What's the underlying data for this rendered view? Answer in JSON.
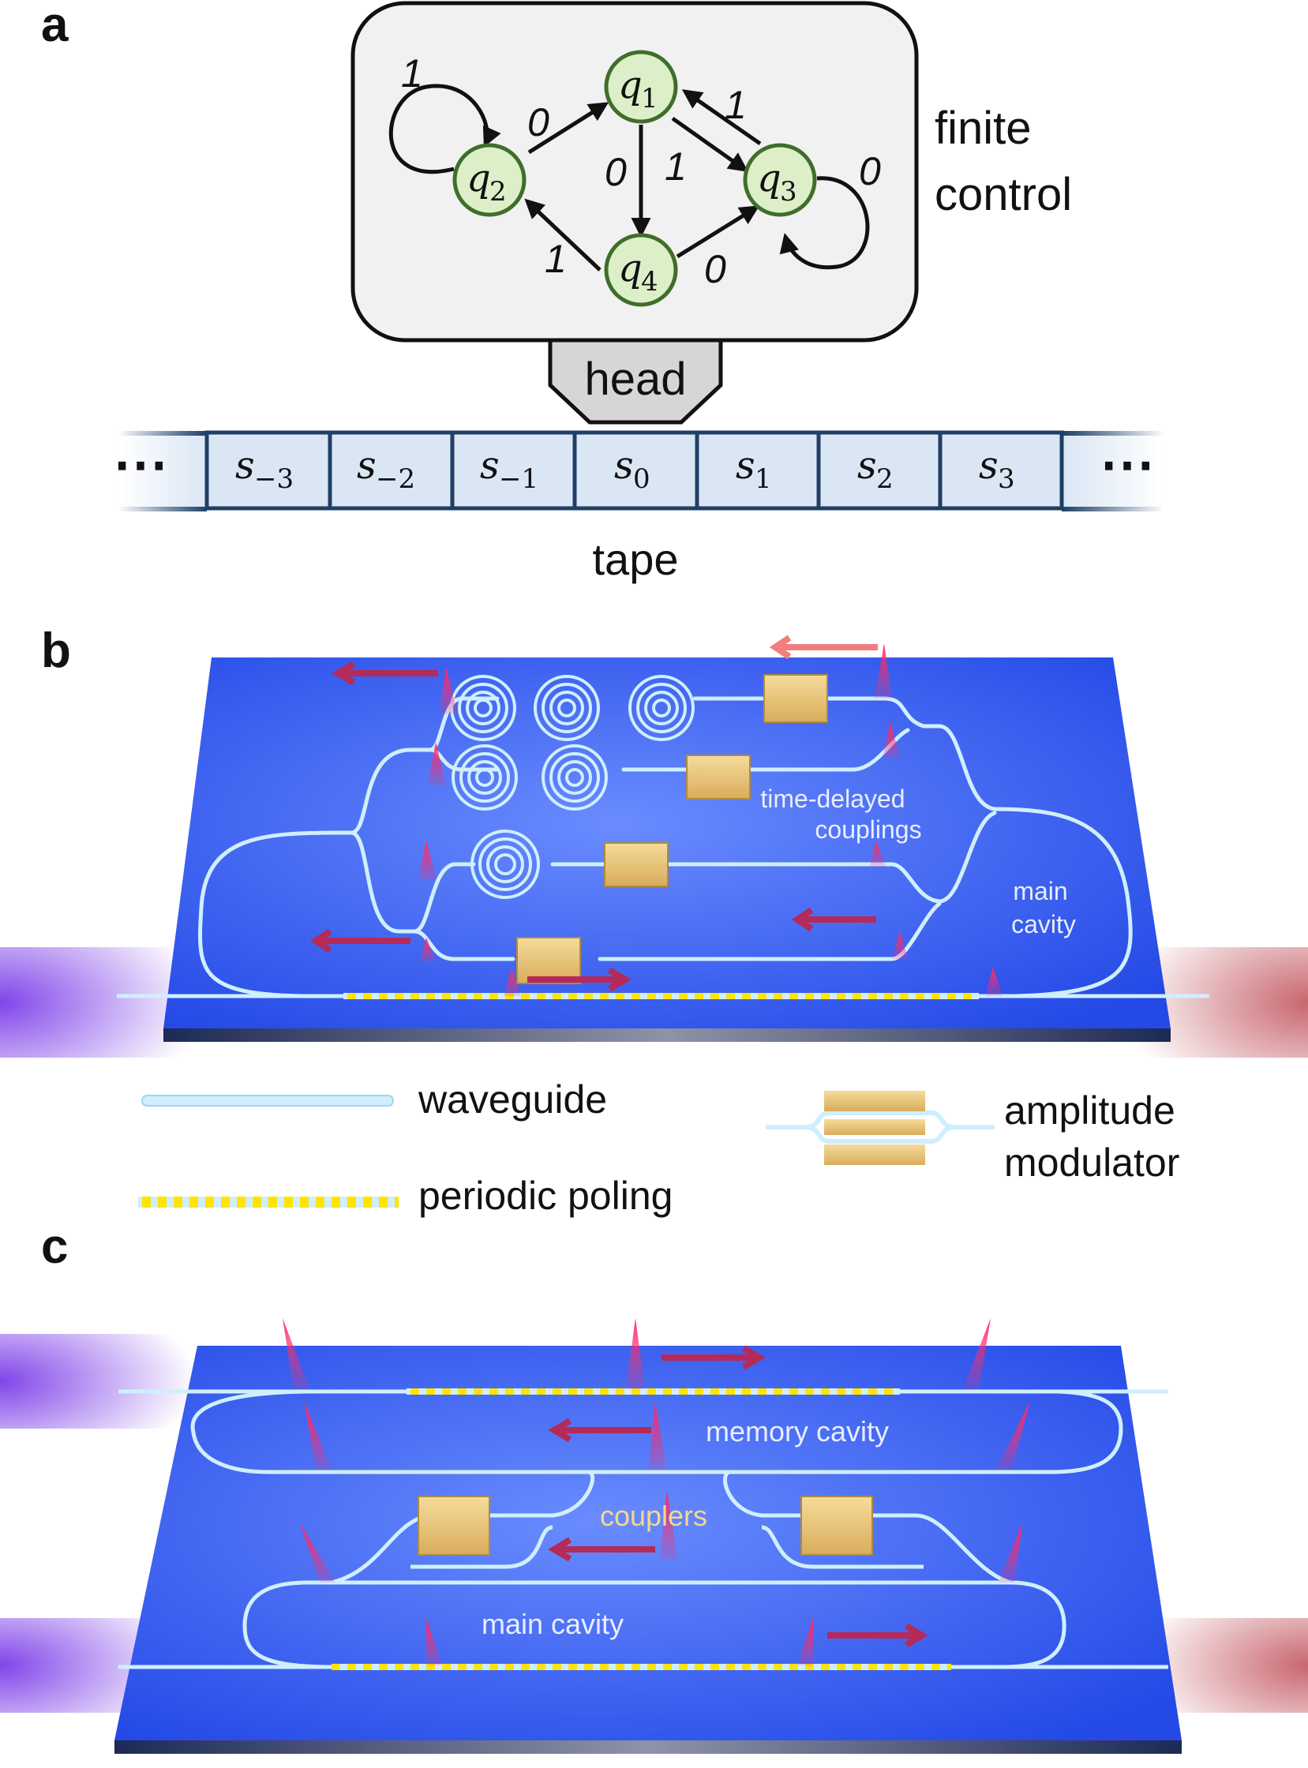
{
  "panels": {
    "a": "a",
    "b": "b",
    "c": "c"
  },
  "panel_a": {
    "finite_control": [
      "finite",
      "control"
    ],
    "head": "head",
    "tape_label": "tape",
    "ellipsis": "⋯",
    "states": [
      {
        "name": "q",
        "sub": "1"
      },
      {
        "name": "q",
        "sub": "2"
      },
      {
        "name": "q",
        "sub": "3"
      },
      {
        "name": "q",
        "sub": "4"
      }
    ],
    "transitions": [
      {
        "from": "q2",
        "to": "q2",
        "label": "1"
      },
      {
        "from": "q2",
        "to": "q1",
        "label": "0"
      },
      {
        "from": "q1",
        "to": "q4",
        "label": "0"
      },
      {
        "from": "q1",
        "to": "q3",
        "label": "1"
      },
      {
        "from": "q3",
        "to": "q1",
        "label": "1"
      },
      {
        "from": "q3",
        "to": "q3",
        "label": "0"
      },
      {
        "from": "q4",
        "to": "q2",
        "label": "1"
      },
      {
        "from": "q4",
        "to": "q3",
        "label": "0"
      }
    ],
    "tape_cells": [
      {
        "name": "s",
        "sub": "−3"
      },
      {
        "name": "s",
        "sub": "−2"
      },
      {
        "name": "s",
        "sub": "−1"
      },
      {
        "name": "s",
        "sub": "0"
      },
      {
        "name": "s",
        "sub": "1"
      },
      {
        "name": "s",
        "sub": "2"
      },
      {
        "name": "s",
        "sub": "3"
      }
    ]
  },
  "panel_b": {
    "time_delayed": [
      "time-delayed",
      "couplings"
    ],
    "main_cavity": [
      "main",
      "cavity"
    ]
  },
  "legend": {
    "waveguide": "waveguide",
    "periodic_poling": "periodic poling",
    "amplitude_modulator": [
      "amplitude",
      "modulator"
    ]
  },
  "panel_c": {
    "memory_cavity": "memory cavity",
    "couplers": "couplers",
    "main_cavity": "main cavity"
  },
  "colors": {
    "chip": "#2f5bf0",
    "waveguide": "#cfefff",
    "state_fill": "#dcefc8",
    "state_stroke": "#3f6e2a",
    "tape_fill": "#dbe6f5",
    "tape_stroke": "#1f3f66",
    "pulse": "#e0225a",
    "arrow": "#b42a58",
    "gold": "#e9c878"
  }
}
